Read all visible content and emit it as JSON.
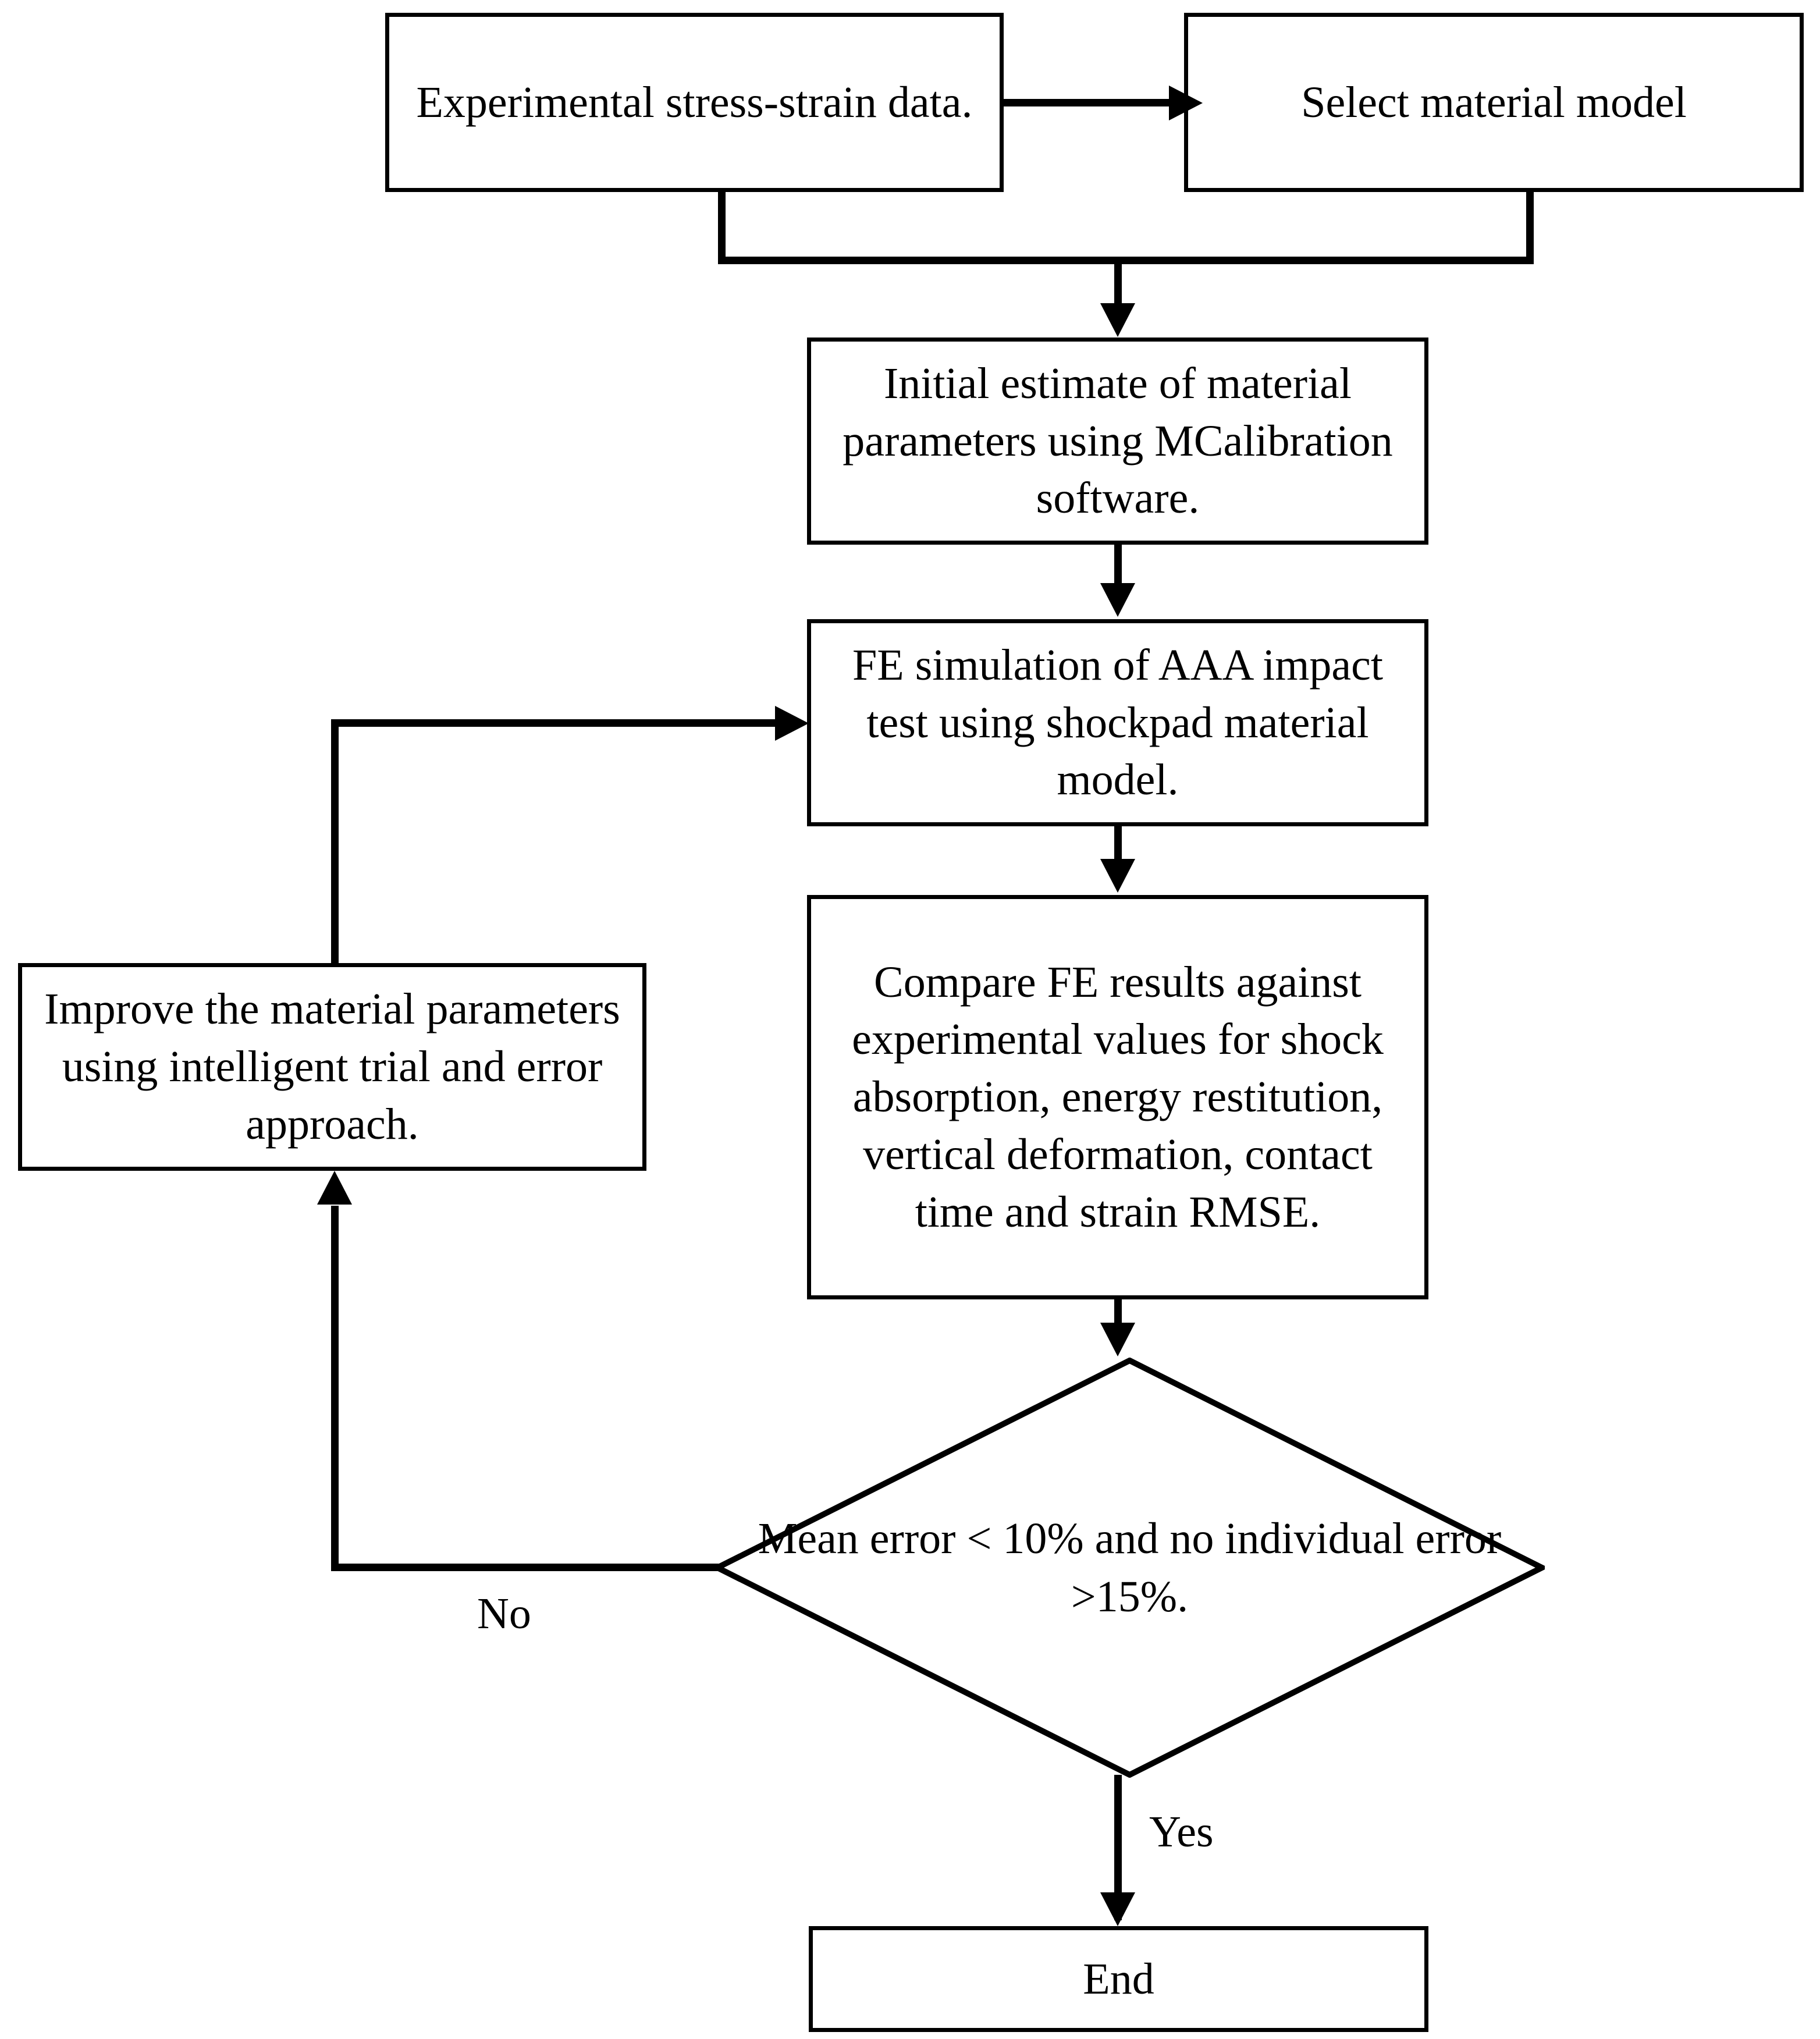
{
  "diagram": {
    "type": "flowchart",
    "title": "Material model calibration workflow",
    "stroke_color": "#000000",
    "fill_color": "#ffffff",
    "text_color": "#000000"
  },
  "nodes": {
    "experimental_data": "Experimental stress-strain data.",
    "select_model": "Select material model",
    "initial_estimate": "Initial estimate of material parameters using MCalibration software.",
    "fe_simulation": "FE simulation of AAA impact test using shockpad material model.",
    "compare_results": "Compare FE results against experimental values for shock absorption, energy restitution, vertical deformation, contact time and strain RMSE.",
    "improve_parameters": "Improve the material parameters using intelligent trial and error approach.",
    "decision": "Mean error < 10% and no individual error >15%.",
    "end": "End"
  },
  "edge_labels": {
    "no": "No",
    "yes": "Yes"
  }
}
